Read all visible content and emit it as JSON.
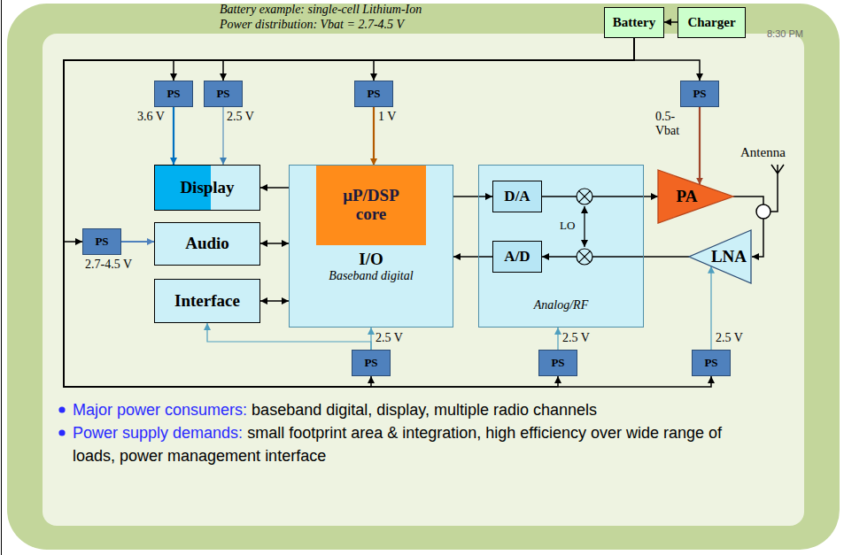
{
  "diagram": {
    "nodes": [
      {
        "text": [
          "Battery"
        ]
      },
      {
        "text": [
          "Charger"
        ]
      },
      {
        "text": [
          "PS"
        ]
      },
      {
        "text": [
          "PS"
        ]
      },
      {
        "text": [
          "PS"
        ]
      },
      {
        "text": [
          "PS"
        ]
      },
      {
        "text": [
          "Display"
        ]
      },
      {
        "text": [
          "PS"
        ]
      },
      {
        "text": [
          "Audio"
        ]
      },
      {
        "text": [
          "Interface"
        ]
      },
      {
        "text": [
          "I/O",
          "Baseband digital"
        ]
      },
      {
        "text": [
          "μP/DSP core"
        ],
        "in": 10
      },
      {
        "text": [
          "Analog/RF"
        ]
      },
      {
        "text": [
          "D/A"
        ],
        "in": 12
      },
      {
        "text": [
          "A/D"
        ],
        "in": 12
      },
      {
        "text": [
          "PA"
        ]
      },
      {
        "text": [
          "LNA"
        ]
      },
      {
        "text": [
          "PS"
        ]
      },
      {
        "text": [
          "PS"
        ]
      },
      {
        "text": [
          "PS"
        ]
      }
    ],
    "edges": [
      {
        "from": 1,
        "to": 0,
        "arrow": "to"
      },
      {
        "from": 0,
        "to": 2,
        "arrow": "to"
      },
      {
        "from": 0,
        "to": 3,
        "arrow": "to"
      },
      {
        "from": 0,
        "to": 4,
        "arrow": "to"
      },
      {
        "from": 0,
        "to": 5,
        "arrow": "to"
      },
      {
        "from": 0,
        "to": 7,
        "arrow": "to"
      },
      {
        "from": 0,
        "to": 17,
        "arrow": "to"
      },
      {
        "from": 0,
        "to": 18,
        "arrow": "to"
      },
      {
        "from": 0,
        "to": 19,
        "arrow": "to"
      },
      {
        "from": 2,
        "to": 6,
        "arrow": "to"
      },
      {
        "from": 3,
        "to": 6,
        "arrow": "to"
      },
      {
        "from": 4,
        "to": 11,
        "arrow": "to"
      },
      {
        "from": 5,
        "to": 15,
        "arrow": "to"
      },
      {
        "from": 7,
        "to": 8,
        "arrow": "to"
      },
      {
        "from": 17,
        "to": 10,
        "arrow": "to"
      },
      {
        "from": 17,
        "to": 9,
        "arrow": "to"
      },
      {
        "from": 18,
        "to": 12,
        "arrow": "to"
      },
      {
        "from": 19,
        "to": 16,
        "arrow": "to"
      },
      {
        "from": 10,
        "to": 6,
        "arrow": "to"
      },
      {
        "from": 8,
        "to": 10,
        "arrow": "both"
      },
      {
        "from": 9,
        "to": 10,
        "arrow": "both"
      },
      {
        "from": 10,
        "to": 13,
        "arrow": "to"
      },
      {
        "from": 14,
        "to": 10,
        "arrow": "to"
      },
      {
        "from": 13,
        "to": 15,
        "arrow": "to"
      },
      {
        "from": 16,
        "to": 14,
        "arrow": "to"
      }
    ],
    "labels": [
      "Battery example: single-cell Lithium-Ion",
      "Power distribution: Vbat = 2.7-4.5 V",
      "3.6 V",
      "2.5 V",
      "1 V",
      "0.5-Vbat",
      "Antenna",
      "LO",
      "2.7-4.5 V",
      "2.5 V",
      "2.5 V",
      "2.5 V",
      "Major power consumers:",
      "baseband digital, display, multiple radio channels",
      "Power supply demands:",
      "small footprint area & integration, high efficiency over wide range of loads, power management interface",
      "8:30 PM"
    ]
  }
}
